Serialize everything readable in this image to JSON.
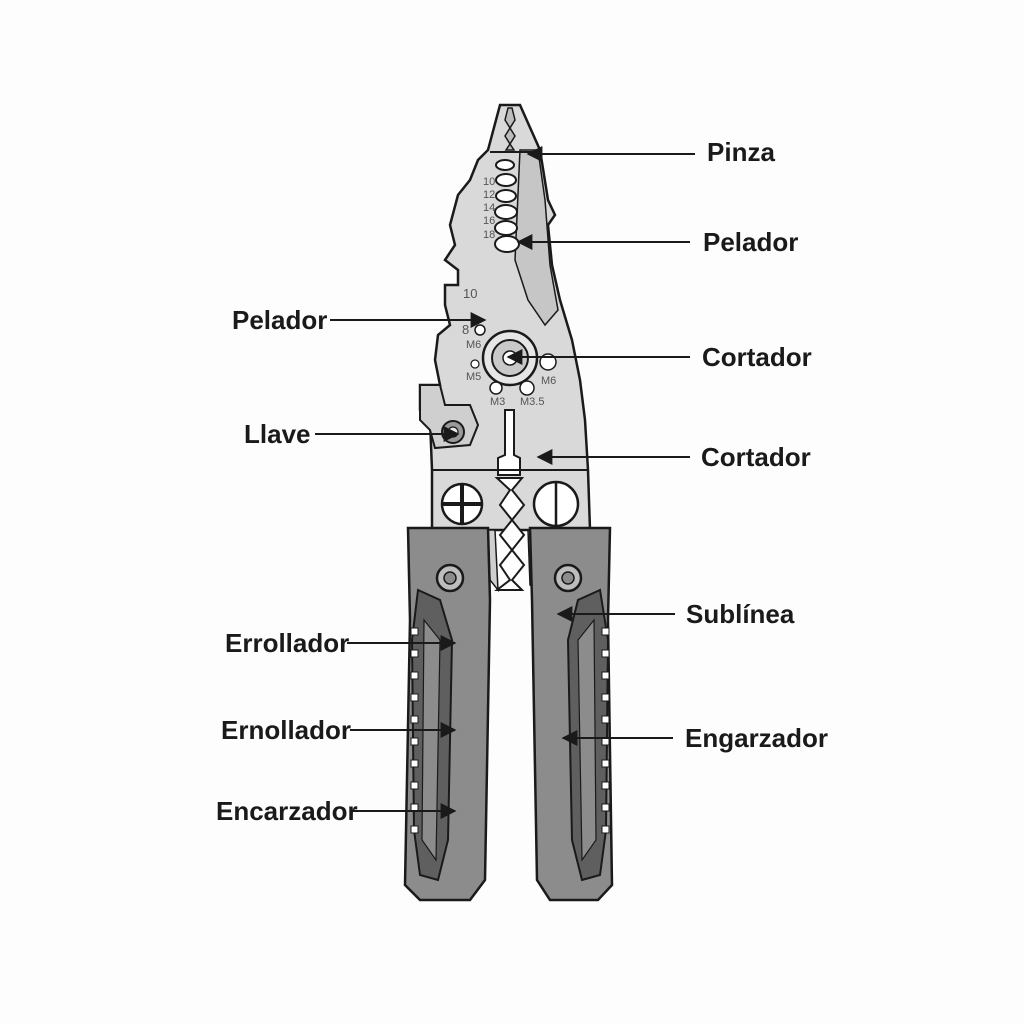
{
  "labels": {
    "pinza": "Pinza",
    "pelador_right": "Pelador",
    "pelador_left": "Pelador",
    "cortador_upper": "Cortador",
    "llave": "Llave",
    "cortador_lower": "Cortador",
    "sublinea": "Sublínea",
    "errollador": "Errollador",
    "ernollador": "Ernollador",
    "engarzador": "Engarzador",
    "encarzador": "Encarzador"
  },
  "stamps": {
    "gauge_10": "10",
    "gauge_8": "8",
    "stamp_ms_top": "M6",
    "stamp_ms_left": "M5",
    "stamp_ms_right": "M6",
    "stamp_m3_left": "M3",
    "stamp_m3_right": "M3.5"
  },
  "colors": {
    "metal": "#d9d9d9",
    "metal_dark": "#bdbdbd",
    "handle": "#8c8c8c",
    "handle_grip": "#5f5f5f",
    "outline": "#1a1a1a"
  }
}
